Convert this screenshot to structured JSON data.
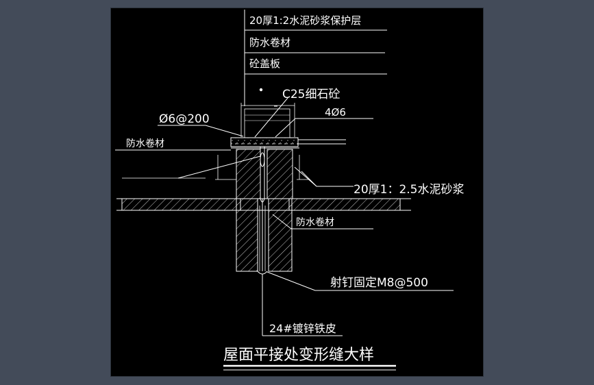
{
  "viewer": {
    "background_color": "#434b59",
    "canvas_color": "#000000",
    "line_color": "#ffffff"
  },
  "drawing": {
    "title": "屋面平接处变形缝大样",
    "layers_table": [
      "20厚1:2水泥砂浆保护层",
      "防水卷材",
      "砼盖板"
    ],
    "labels": {
      "concrete": "C25细石砼",
      "rebar_spacing": "Ø6@200",
      "rebar_count": "4Ø6",
      "membrane_left": "防水卷材",
      "mortar": "20厚1：2.5水泥砂浆",
      "membrane_right": "防水卷材",
      "nail": "射钉固定M8@500",
      "sheet": "24#镀锌铁皮"
    }
  }
}
